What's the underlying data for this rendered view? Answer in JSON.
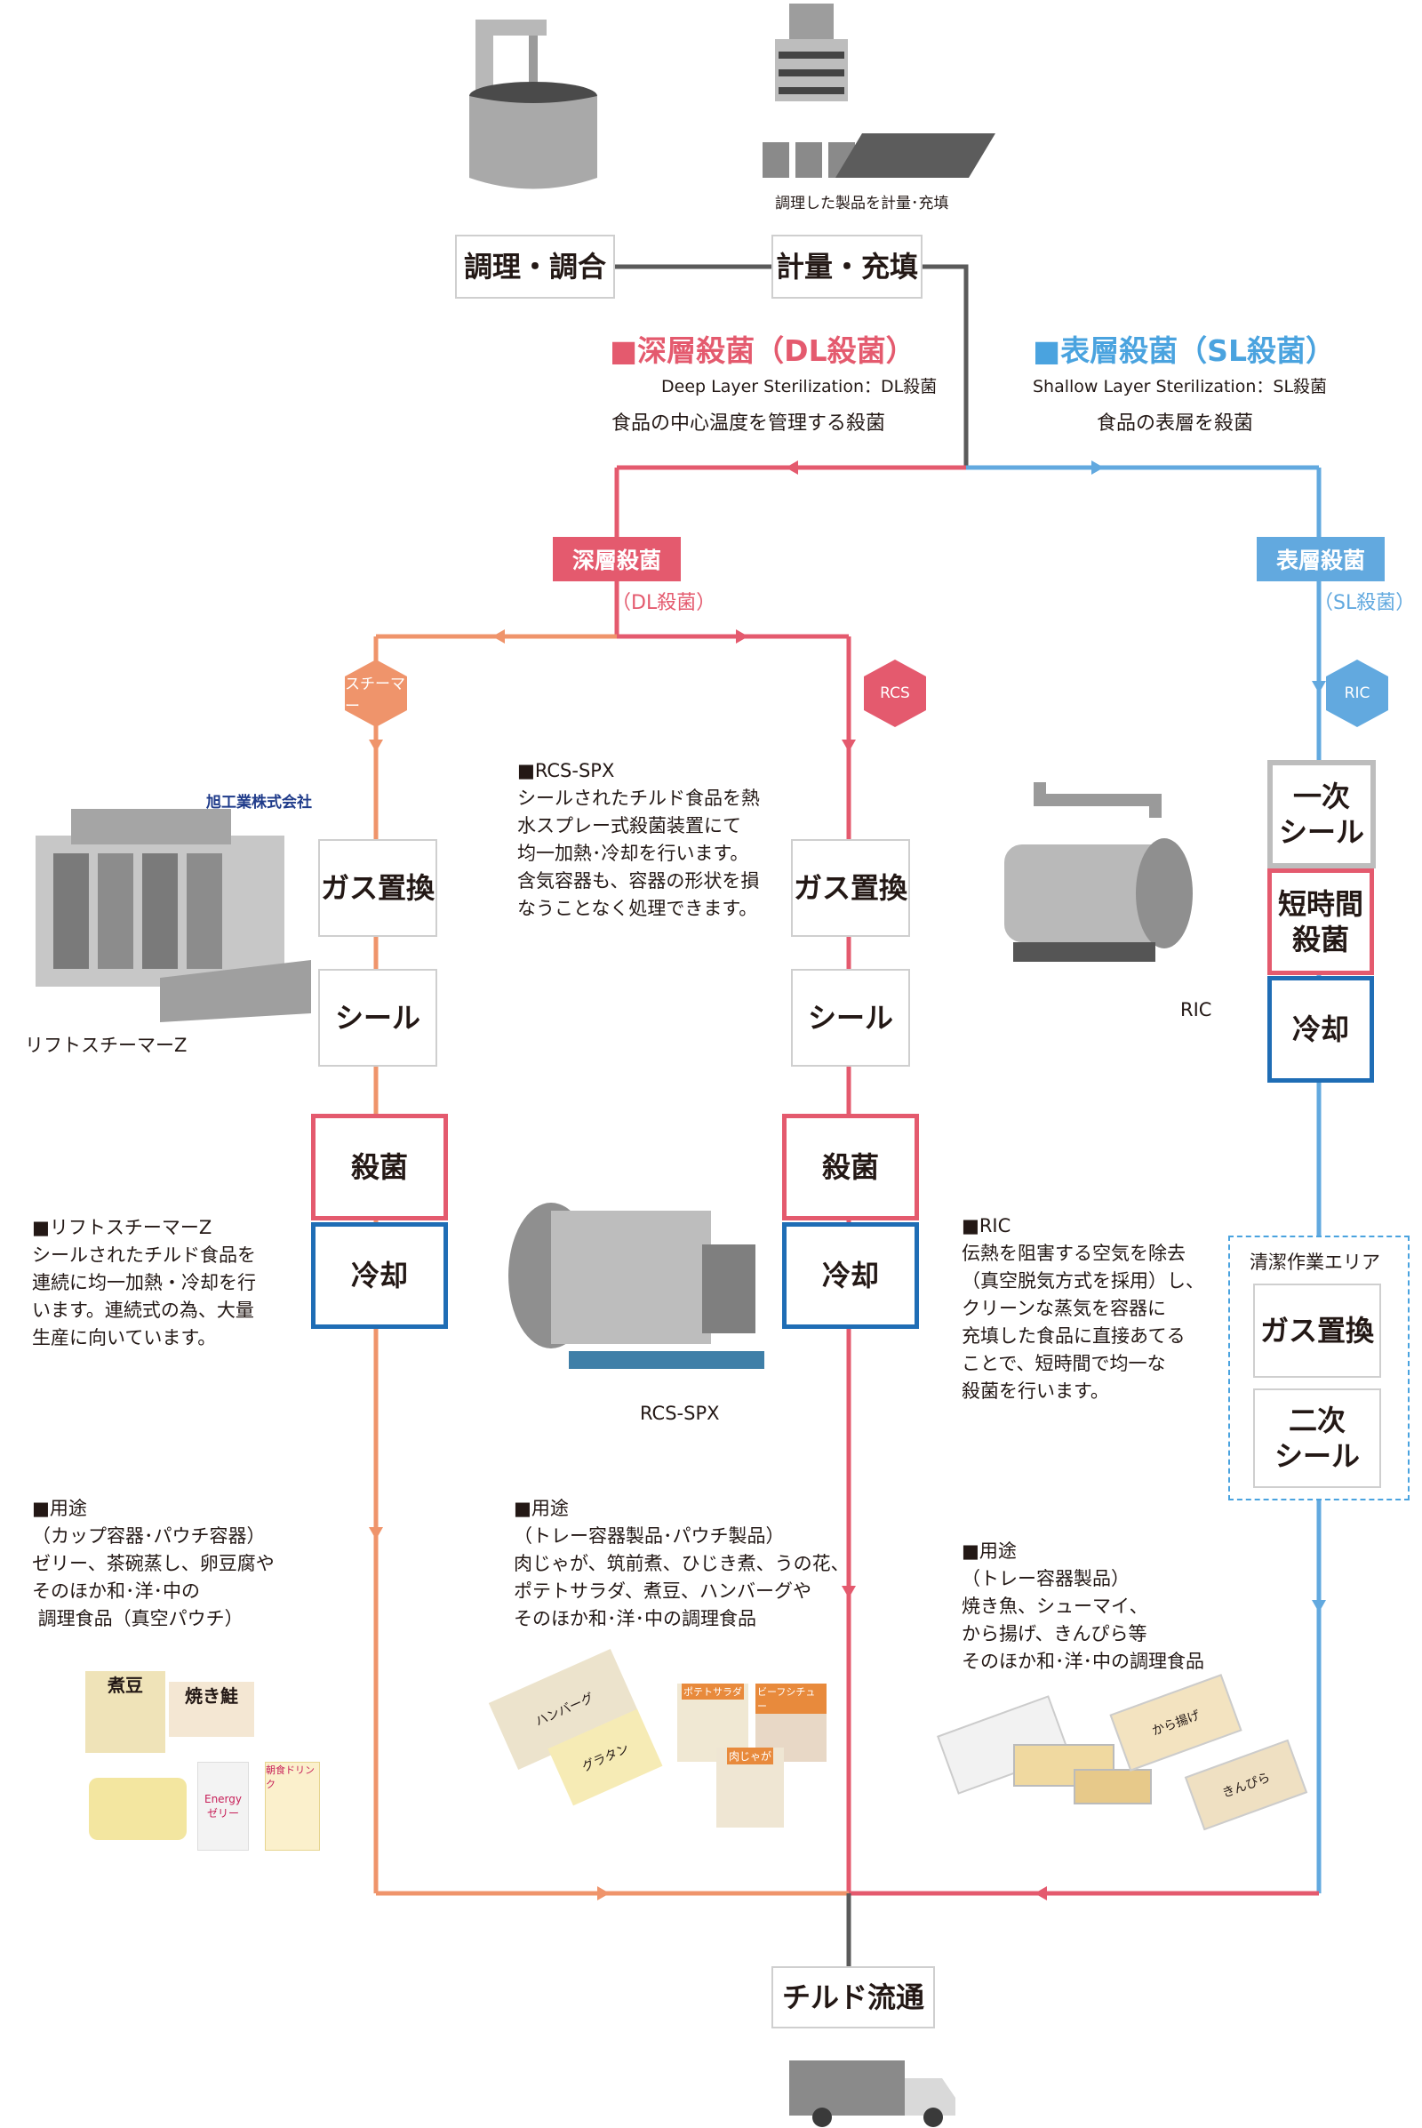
{
  "top": {
    "cook_label": "調理・調合",
    "fill_label": "計量・充填",
    "fill_caption": "調理した製品を計量･充填"
  },
  "dl_header": {
    "title": "■深層殺菌（DL殺菌）",
    "english": "Deep Layer Sterilization：DL殺菌",
    "desc": "食品の中心温度を管理する殺菌",
    "color": "#e45a6e"
  },
  "sl_header": {
    "title": "■表層殺菌（SL殺菌）",
    "english": "Shallow Layer Sterilization：SL殺菌",
    "desc": "食品の表層を殺菌",
    "color": "#4aa3df"
  },
  "dl_tag": {
    "label": "深層殺菌",
    "sub": "（DL殺菌）"
  },
  "sl_tag": {
    "label": "表層殺菌",
    "sub": "（SL殺菌）"
  },
  "hexes": {
    "steamer": "スチーマー",
    "rcs": "RCS",
    "ric": "RIC"
  },
  "steamer_col": {
    "maker": "旭工業株式会社",
    "machine_name": "リフトスチーマーZ",
    "gas": "ガス置換",
    "seal": "シール",
    "sterilize": "殺菌",
    "cool": "冷却",
    "desc": "■リフトスチーマーZ\nシールされたチルド食品を\n連続に均一加熱・冷却を行\nいます。連続式の為、大量\n生産に向いています。",
    "usage": "■用途\n（カップ容器･パウチ容器）\nゼリー、茶碗蒸し、卵豆腐や\nそのほか和･洋･中の\n 調理食品（真空パウチ）",
    "products": [
      "煮豆",
      "焼き鮭",
      "Energy ゼリー",
      "朝食ドリンク"
    ]
  },
  "rcs_col": {
    "desc": "■RCS-SPX\nシールされたチルド食品を熱\n水スプレー式殺菌装置にて\n均一加熱･冷却を行います。\n含気容器も、容器の形状を損\nなうことなく処理できます。",
    "gas": "ガス置換",
    "seal": "シール",
    "sterilize": "殺菌",
    "cool": "冷却",
    "machine_name": "RCS-SPX",
    "usage": "■用途\n（トレー容器製品･パウチ製品）\n肉じゃが、筑前煮、ひじき煮、うの花、\nポテトサラダ、煮豆、ハンバーグや\nそのほか和･洋･中の調理食品",
    "products": [
      "ハンバーグ",
      "グラタン",
      "ポテトサラダ",
      "ビーフシチュー",
      "肉じゃが"
    ]
  },
  "ric_col": {
    "seal1": "一次\nシール",
    "short_sterilize": "短時間\n殺菌",
    "cool": "冷却",
    "machine_name": "RIC",
    "clean_area": "清潔作業エリア",
    "gas": "ガス置換",
    "seal2": "二次\nシール",
    "desc": "■RIC\n伝熱を阻害する空気を除去\n（真空脱気方式を採用）し、\nクリーンな蒸気を容器に\n充填した食品に直接あてる\nことで、短時間で均一な\n殺菌を行います。",
    "usage": "■用途\n（トレー容器製品）\n焼き魚、シューマイ、\nから揚げ、きんぴら等\nそのほか和･洋･中の調理食品",
    "products": [
      "から揚げ",
      "きんぴら"
    ]
  },
  "bottom": {
    "chill_label": "チルド流通"
  },
  "colors": {
    "dl_red": "#e45a6e",
    "steamer_orange": "#ef946b",
    "sl_blue": "#62a9df",
    "cool_blue": "#1f6db5",
    "gray_line": "#5a5a5a"
  }
}
